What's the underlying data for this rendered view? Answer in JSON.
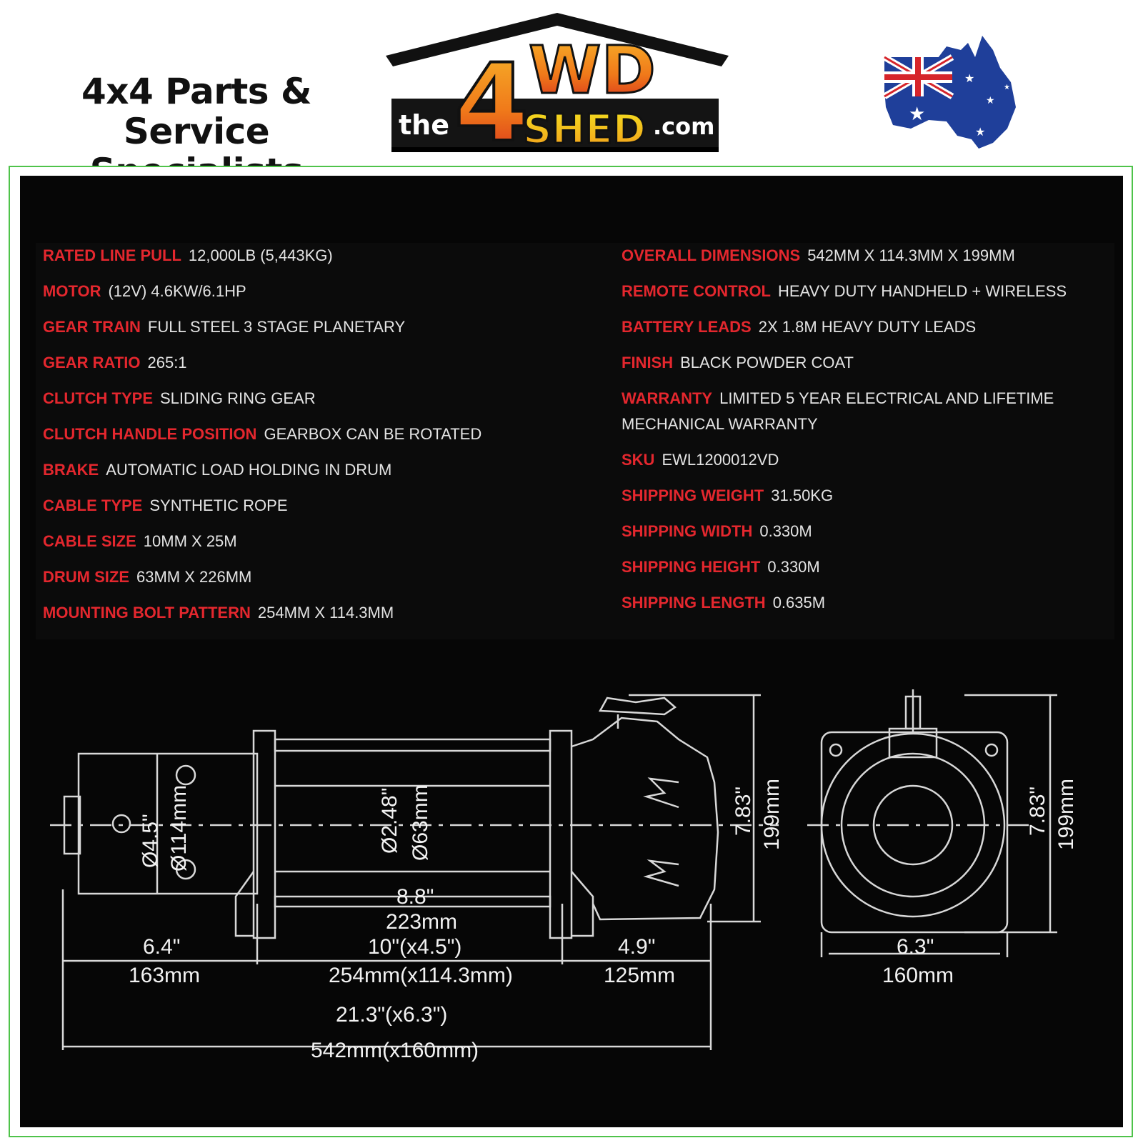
{
  "header": {
    "tagline_line1": "4x4 Parts & Service",
    "tagline_line2": "Specialists",
    "logo": {
      "the": "the",
      "brand_top": "4WD",
      "brand_bottom": "SHED",
      "domain": ".com"
    },
    "flag_icon": "australia-map-flag-icon",
    "colors": {
      "logo_orange": "#f5a01c",
      "logo_red": "#d8301e",
      "accent_red": "#e4272e",
      "frame_green": "#4fc34a"
    }
  },
  "specs": {
    "left": [
      {
        "label": "RATED LINE PULL",
        "value": "12,000LB (5,443KG)"
      },
      {
        "label": "MOTOR",
        "value": "(12V) 4.6KW/6.1HP"
      },
      {
        "label": "GEAR TRAIN",
        "value": "FULL STEEL 3 STAGE PLANETARY"
      },
      {
        "label": "GEAR RATIO",
        "value": "265:1"
      },
      {
        "label": "CLUTCH TYPE",
        "value": "SLIDING RING GEAR"
      },
      {
        "label": "CLUTCH HANDLE POSITION",
        "value": "GEARBOX CAN BE ROTATED"
      },
      {
        "label": "BRAKE",
        "value": "AUTOMATIC LOAD HOLDING IN DRUM"
      },
      {
        "label": "CABLE TYPE",
        "value": "SYNTHETIC ROPE"
      },
      {
        "label": "CABLE SIZE",
        "value": "10MM X 25M"
      },
      {
        "label": "DRUM SIZE",
        "value": "63MM X 226MM"
      },
      {
        "label": "MOUNTING BOLT PATTERN",
        "value": "254MM X 114.3MM"
      }
    ],
    "right": [
      {
        "label": "OVERALL DIMENSIONS",
        "value": "542MM X 114.3MM X 199MM"
      },
      {
        "label": "REMOTE CONTROL",
        "value": "HEAVY DUTY HANDHELD + WIRELESS"
      },
      {
        "label": "BATTERY LEADS",
        "value": "2X 1.8M HEAVY DUTY LEADS"
      },
      {
        "label": "FINISH",
        "value": "BLACK POWDER COAT"
      },
      {
        "label": "WARRANTY",
        "value": "LIMITED 5 YEAR ELECTRICAL AND LIFETIME MECHANICAL WARRANTY"
      },
      {
        "label": "SKU",
        "value": "EWL1200012VD"
      },
      {
        "label": "SHIPPING WEIGHT",
        "value": "31.50KG"
      },
      {
        "label": "SHIPPING WIDTH",
        "value": "0.330M"
      },
      {
        "label": "SHIPPING HEIGHT",
        "value": "0.330M"
      },
      {
        "label": "SHIPPING LENGTH",
        "value": "0.635M"
      }
    ]
  },
  "diagram": {
    "motor_dia_in": "Ø4.5\"",
    "motor_dia_mm": "Ø114mm",
    "drum_dia_in": "Ø2.48\"",
    "drum_dia_mm": "Ø63mm",
    "drum_len_in": "8.8\"",
    "drum_len_mm": "223mm",
    "motor_len_in": "6.4\"",
    "motor_len_mm": "163mm",
    "bolt_in": "10\"(x4.5\")",
    "bolt_mm": "254mm(x114.3mm)",
    "gear_len_in": "4.9\"",
    "gear_len_mm": "125mm",
    "overall_in": "21.3\"(x6.3\")",
    "overall_mm": "542mm(x160mm)",
    "height_in": "7.83\"",
    "height_mm": "199mm",
    "side_height_in": "7.83\"",
    "side_height_mm": "199mm",
    "side_width_in": "6.3\"",
    "side_width_mm": "160mm"
  }
}
